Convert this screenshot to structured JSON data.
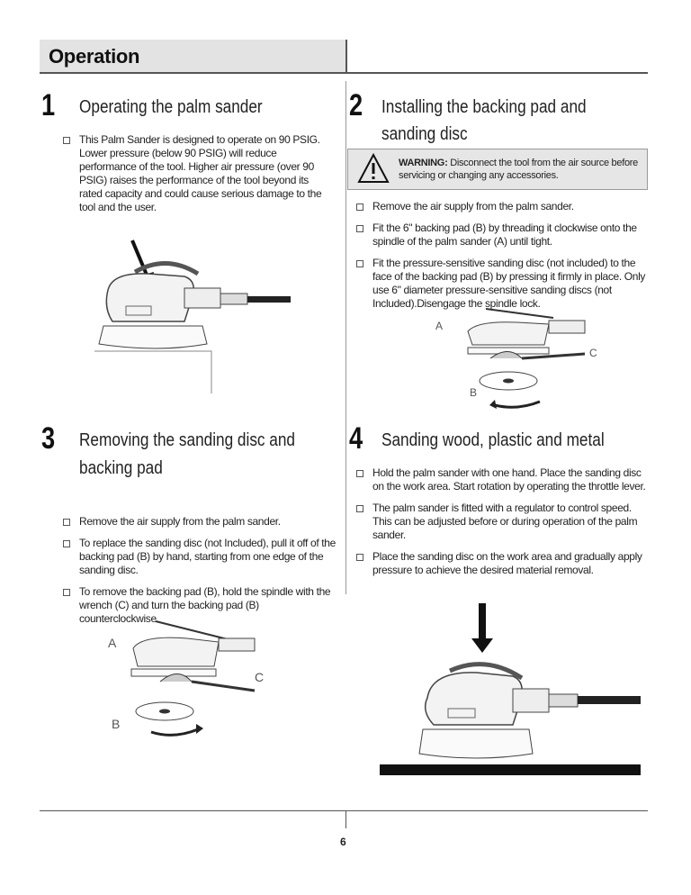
{
  "header": {
    "title": "Operation"
  },
  "sections": [
    {
      "number": "1",
      "title": "Operating the palm sander",
      "bullets": [
        "This Palm Sander is designed to operate on 90 PSIG. Lower pressure (below 90 PSIG) will reduce performance of the tool. Higher air pressure (over 90 PSIG) raises the performance of the tool beyond its rated capacity and could cause serious damage to the tool and the user."
      ]
    },
    {
      "number": "2",
      "title_line1": "Installing the backing pad and",
      "title_line2": "sanding disc",
      "warning_label": "WARNING:",
      "warning_text": " Disconnect the tool from the air source before servicing or changing any accessories.",
      "bullets": [
        "Remove the air supply from the palm sander.",
        "Fit the 6\" backing pad (B) by threading it clockwise onto the spindle of the palm sander (A) until tight.",
        "Fit the pressure-sensitive sanding disc (not included) to the face of the backing pad (B) by pressing it firmly in place. Only use 6\" diameter pressure-sensitive sanding discs (not Included).Disengage the spindle lock."
      ],
      "labels": {
        "a": "A",
        "b": "B",
        "c": "C"
      }
    },
    {
      "number": "3",
      "title_line1": "Removing the sanding disc and",
      "title_line2": "backing pad",
      "bullets": [
        "Remove the air supply from the palm sander.",
        "To replace the sanding disc (not Included), pull it off of the backing pad (B) by hand, starting from one edge of the sanding disc.",
        "To remove the backing pad (B), hold the spindle with the wrench (C) and turn the backing pad (B) counterclockwise."
      ],
      "labels": {
        "a": "A",
        "b": "B",
        "c": "C"
      }
    },
    {
      "number": "4",
      "title": "Sanding wood, plastic and metal",
      "bullets": [
        "Hold the palm sander with one hand. Place the sanding disc on the work area. Start rotation by operating the throttle lever.",
        "The palm sander is fitted with a regulator to control speed. This can be adjusted before or during operation of the palm sander.",
        "Place the sanding disc on the work area and gradually apply pressure to achieve the desired material removal."
      ]
    }
  ],
  "footer": {
    "page_number": "6"
  }
}
